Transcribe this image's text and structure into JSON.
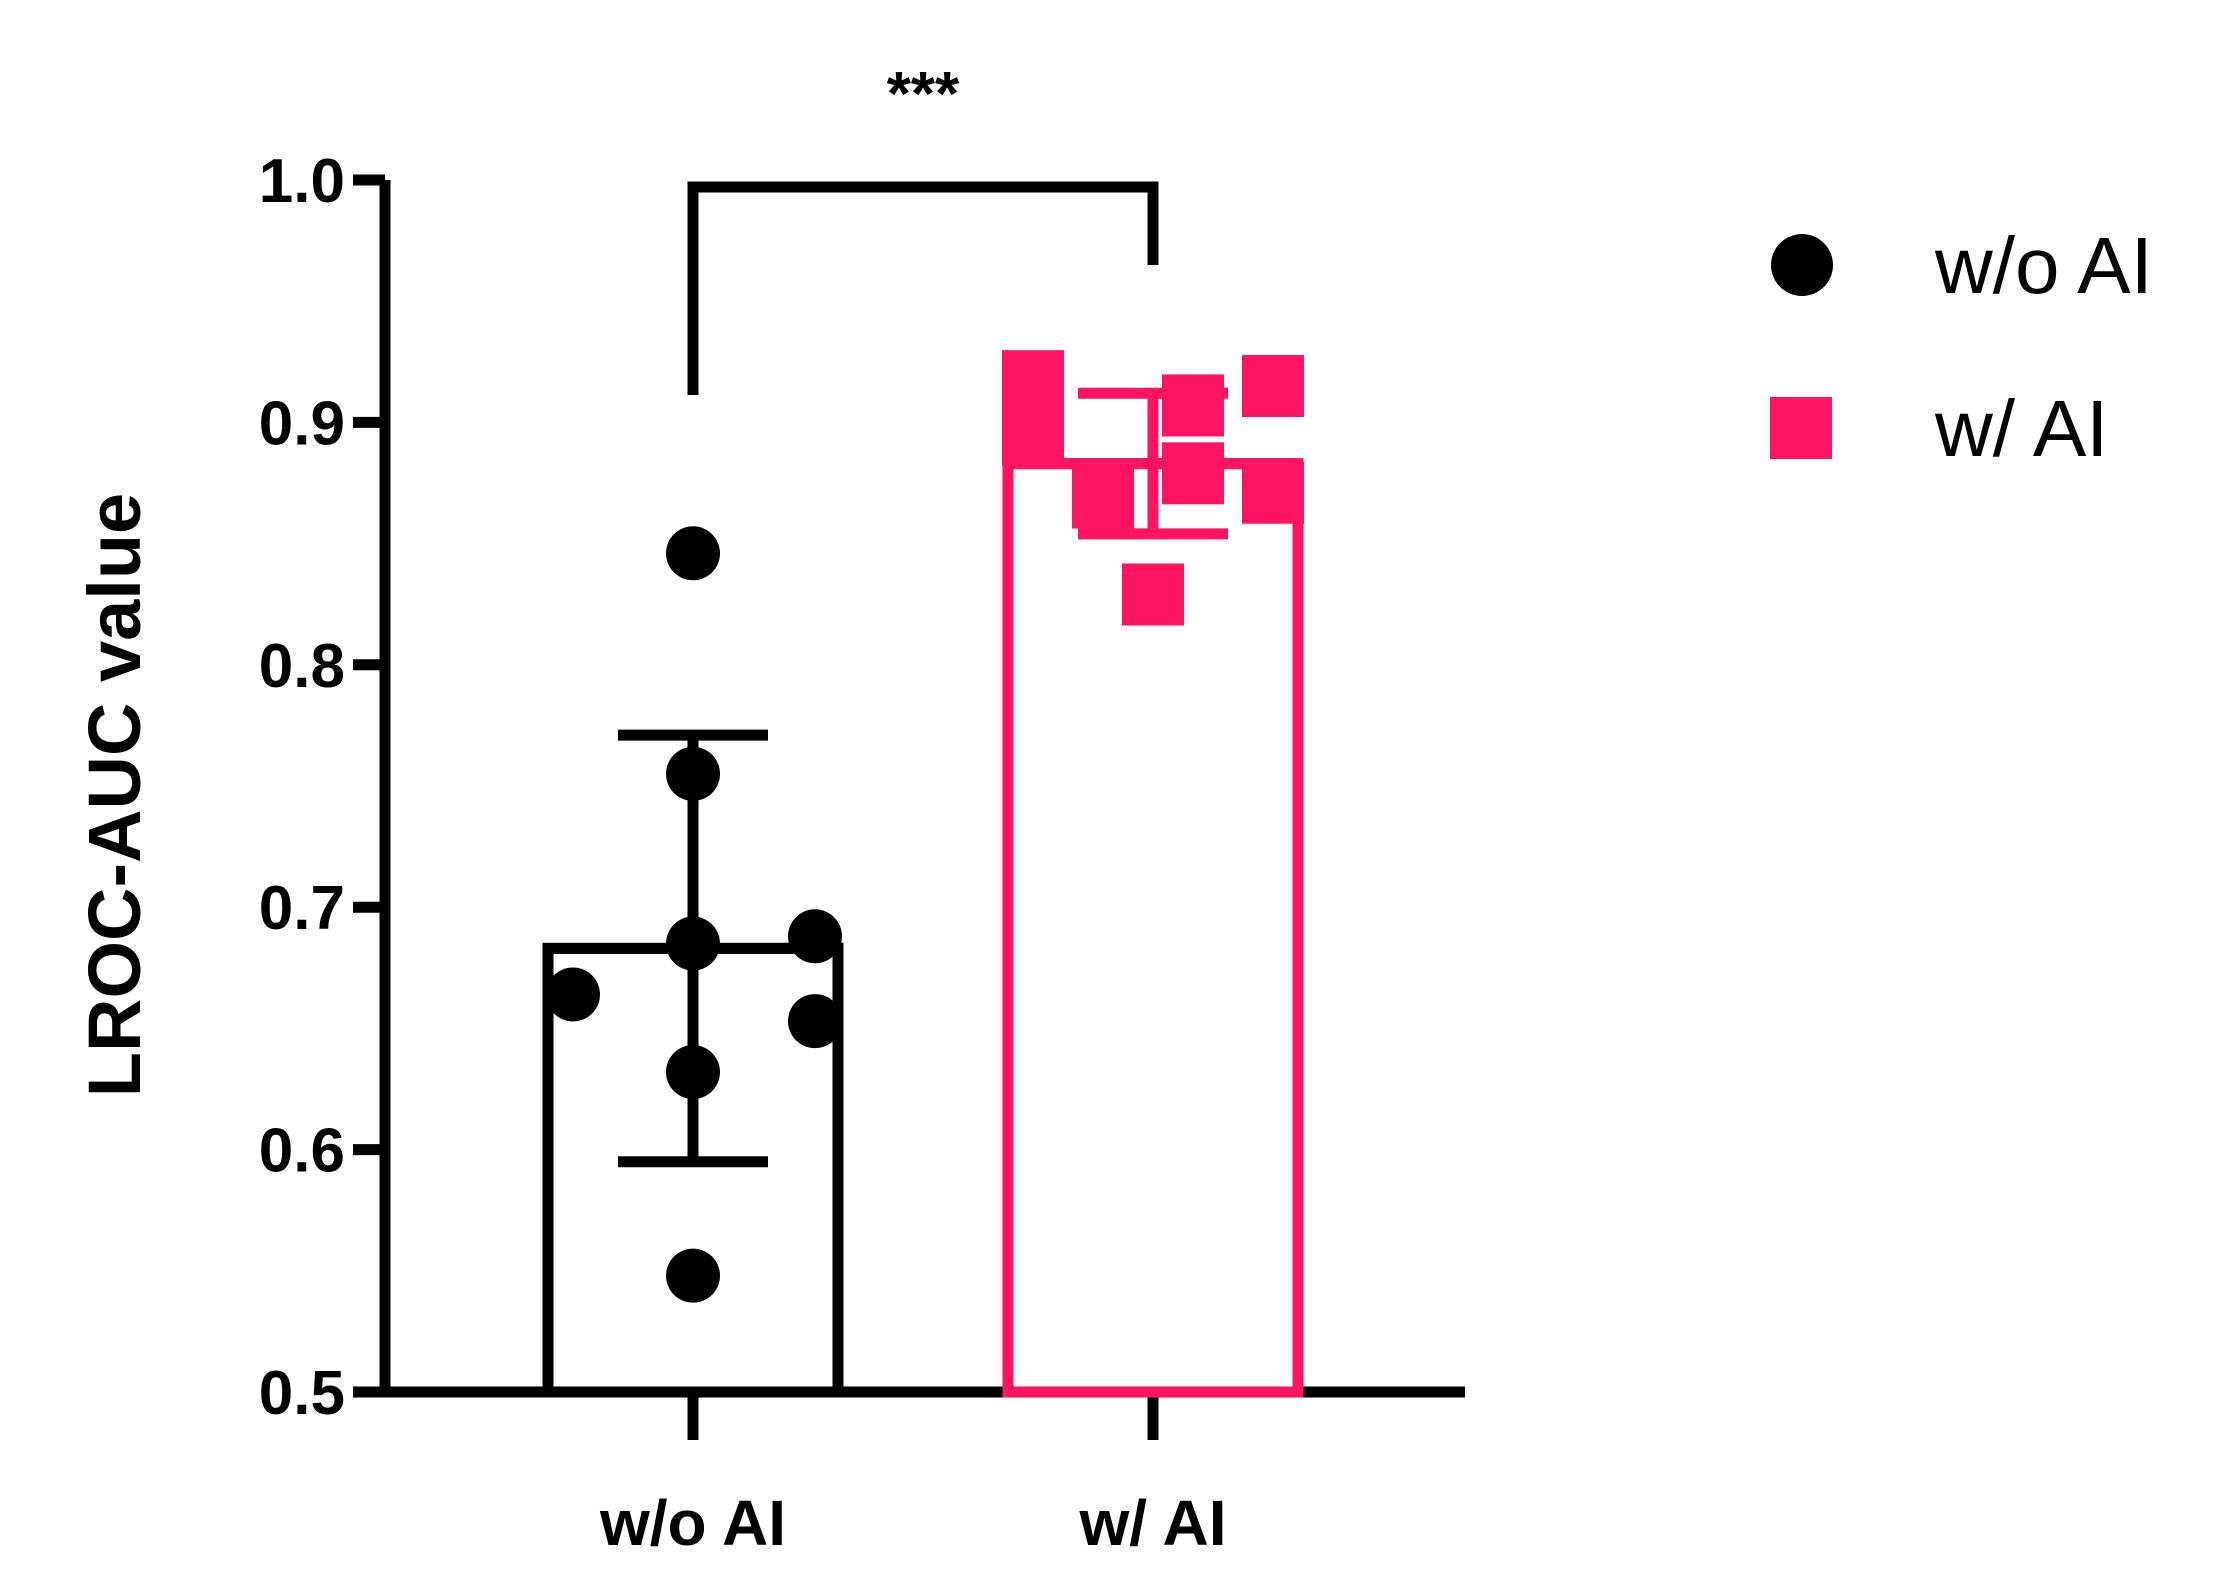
{
  "chart_data": {
    "type": "bar",
    "ylabel": "LROC-AUC value",
    "xlabel": "",
    "ylim": [
      0.5,
      1.0
    ],
    "yticks": [
      0.5,
      0.6,
      0.7,
      0.8,
      0.9,
      1.0
    ],
    "ytick_labels": [
      "0.5",
      "0.6",
      "0.7",
      "0.8",
      "0.9",
      "1.0"
    ],
    "categories": [
      "w/o AI",
      "w/ AI"
    ],
    "series": [
      {
        "name": "w/o AI",
        "marker": "circle",
        "color": "#000000",
        "mean": 0.683,
        "error": 0.088,
        "points": [
          0.664,
          0.846,
          0.755,
          0.685,
          0.632,
          0.548,
          0.688,
          0.653
        ]
      },
      {
        "name": "w/ AI",
        "marker": "square",
        "color": "#ff1461",
        "mean": 0.883,
        "error": 0.029,
        "points": [
          0.917,
          0.895,
          0.869,
          0.907,
          0.879,
          0.829,
          0.915,
          0.871
        ]
      }
    ],
    "significance": {
      "label": "***",
      "between": [
        "w/o AI",
        "w/ AI"
      ]
    },
    "legend": {
      "position": "top-right",
      "entries": [
        "w/o AI",
        "w/ AI"
      ]
    }
  }
}
